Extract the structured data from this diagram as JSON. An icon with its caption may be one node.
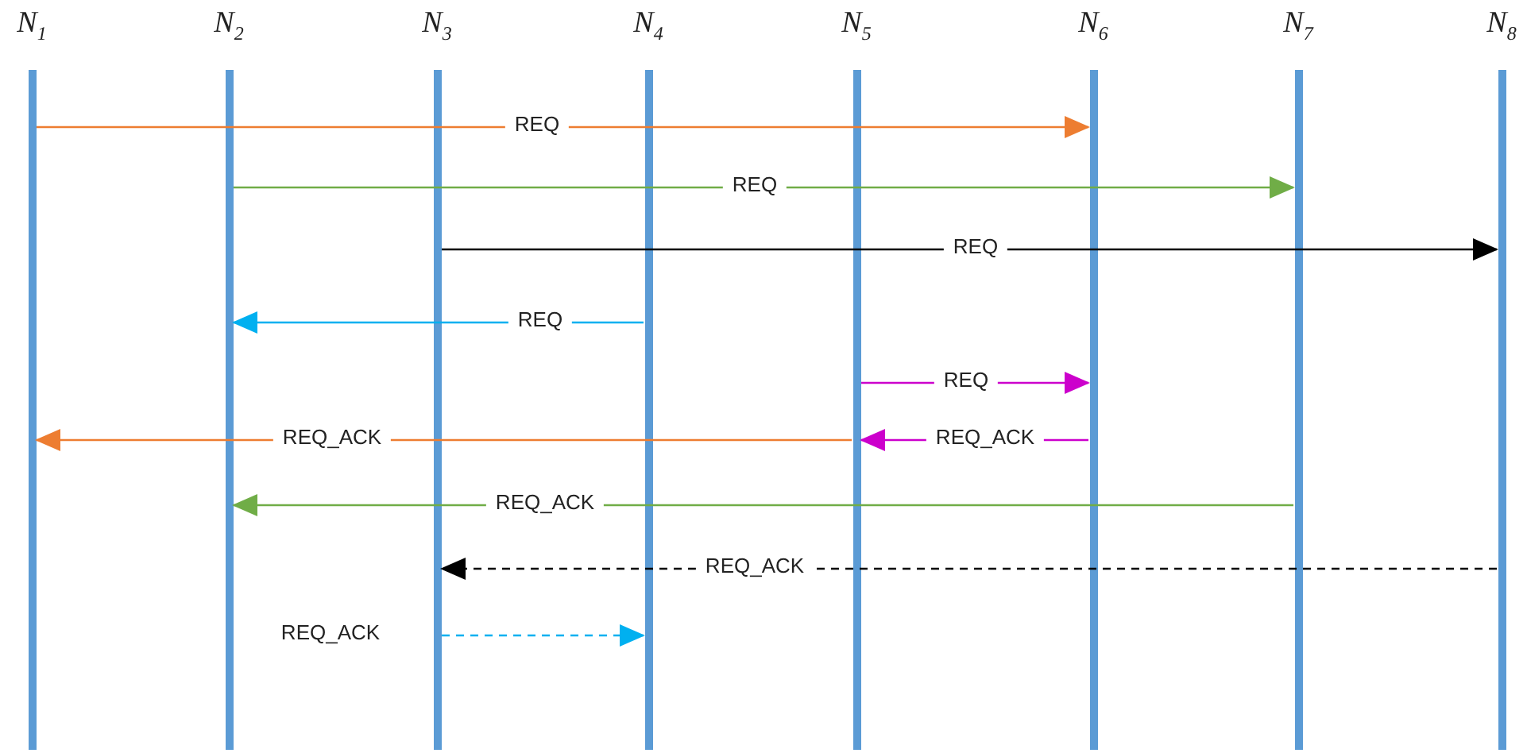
{
  "diagram": {
    "nodes": [
      {
        "text": [
          "N$_{1}$"
        ]
      },
      {
        "text": [
          "N$_{2}$"
        ]
      },
      {
        "text": [
          "N$_{3}$"
        ]
      },
      {
        "text": [
          "N$_{4}$"
        ]
      },
      {
        "text": [
          "N$_{5}$"
        ]
      },
      {
        "text": [
          "N$_{6}$"
        ]
      },
      {
        "text": [
          "N$_{7}$"
        ]
      },
      {
        "text": [
          "N$_{8}$"
        ]
      }
    ],
    "edges": [
      {
        "from": 0,
        "to": 5,
        "arrow": "to",
        "label": "REQ",
        "color": "#ed7d31"
      },
      {
        "from": 1,
        "to": 6,
        "arrow": "to",
        "label": "REQ",
        "color": "#70ad47"
      },
      {
        "from": 2,
        "to": 7,
        "arrow": "to",
        "label": "REQ",
        "color": "#000000"
      },
      {
        "from": 3,
        "to": 1,
        "arrow": "to",
        "label": "REQ",
        "color": "#00b0f0"
      },
      {
        "from": 4,
        "to": 5,
        "arrow": "to",
        "label": "REQ",
        "color": "#cc00cc"
      },
      {
        "from": 4,
        "to": 0,
        "arrow": "to",
        "label": "REQ_ACK",
        "color": "#ed7d31"
      },
      {
        "from": 5,
        "to": 4,
        "arrow": "to",
        "label": "REQ_ACK",
        "color": "#cc00cc"
      },
      {
        "from": 6,
        "to": 1,
        "arrow": "to",
        "label": "REQ_ACK",
        "color": "#70ad47"
      },
      {
        "from": 7,
        "to": 2,
        "arrow": "to",
        "label": "REQ_ACK",
        "style": "dashed",
        "color": "#000000"
      },
      {
        "from": 2,
        "to": 3,
        "arrow": "to",
        "label": "REQ_ACK",
        "style": "dashed",
        "color": "#00b0f0"
      }
    ]
  }
}
